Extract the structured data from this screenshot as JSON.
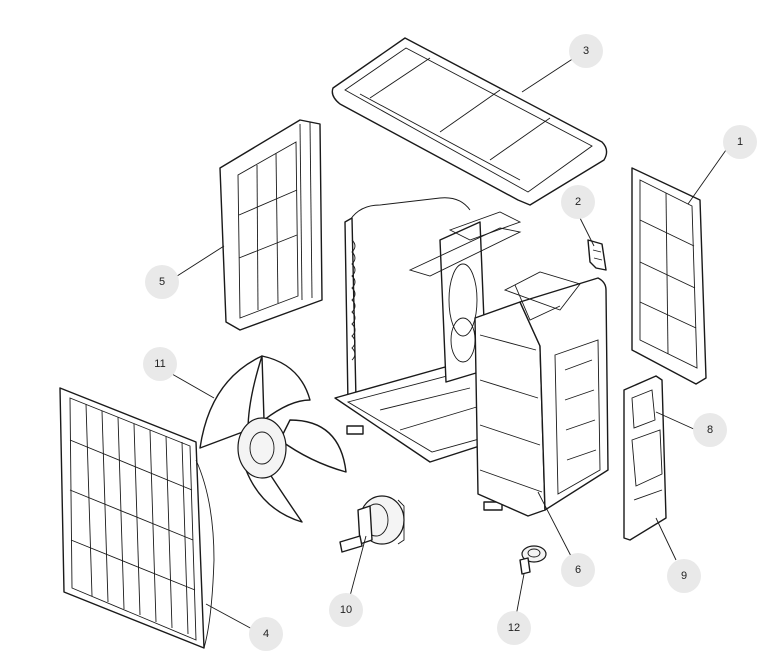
{
  "callouts": [
    {
      "id": "1",
      "label": "1"
    },
    {
      "id": "2",
      "label": "2"
    },
    {
      "id": "3",
      "label": "3"
    },
    {
      "id": "4",
      "label": "4"
    },
    {
      "id": "5",
      "label": "5"
    },
    {
      "id": "6",
      "label": "6"
    },
    {
      "id": "8",
      "label": "8"
    },
    {
      "id": "9",
      "label": "9"
    },
    {
      "id": "10",
      "label": "10"
    },
    {
      "id": "11",
      "label": "11"
    },
    {
      "id": "12",
      "label": "12"
    }
  ],
  "colors": {
    "line": "#1a1a1a",
    "callout_fill": "#e9e9e9",
    "background": "#ffffff"
  }
}
